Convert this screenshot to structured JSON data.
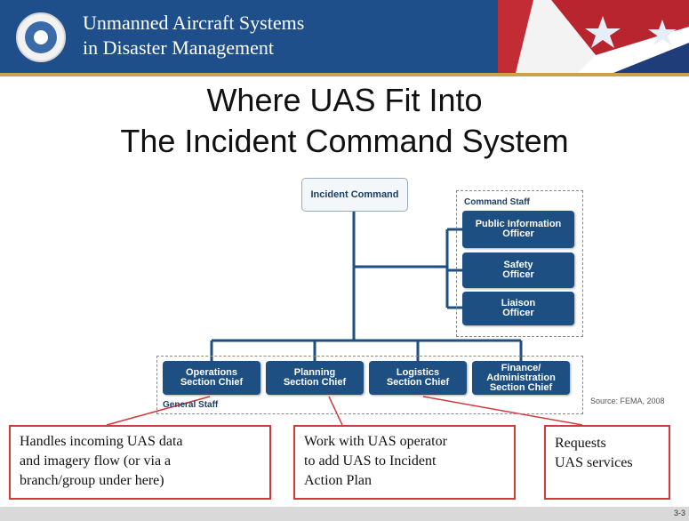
{
  "header": {
    "title_line1": "Unmanned Aircraft Systems",
    "title_line2": "in Disaster Management"
  },
  "slide_title_line1": "Where UAS Fit Into",
  "slide_title_line2": "The Incident Command System",
  "org_chart": {
    "incident_command": [
      "Incident",
      "Command"
    ],
    "command_staff_label": "Command Staff",
    "command_staff": [
      [
        "Public Information",
        "Officer"
      ],
      [
        "Safety",
        "Officer"
      ],
      [
        "Liaison",
        "Officer"
      ]
    ],
    "general_staff_label": "General Staff",
    "general_staff": [
      [
        "Operations",
        "Section Chief"
      ],
      [
        "Planning",
        "Section Chief"
      ],
      [
        "Logistics",
        "Section Chief"
      ],
      [
        "Finance/",
        "Administration",
        "Section Chief"
      ]
    ]
  },
  "source": "Source: FEMA, 2008",
  "callouts": [
    [
      "Handles incoming UAS data",
      "and imagery flow (or via a",
      "branch/group under here)"
    ],
    [
      "Work with UAS operator",
      "to add UAS to Incident",
      "Action Plan"
    ],
    [
      "Requests",
      "UAS services"
    ]
  ],
  "page_number": "3-3",
  "colors": {
    "header_blue": "#1f4f8a",
    "box_blue": "#1d4f82",
    "callout_red": "#d03a3a"
  }
}
